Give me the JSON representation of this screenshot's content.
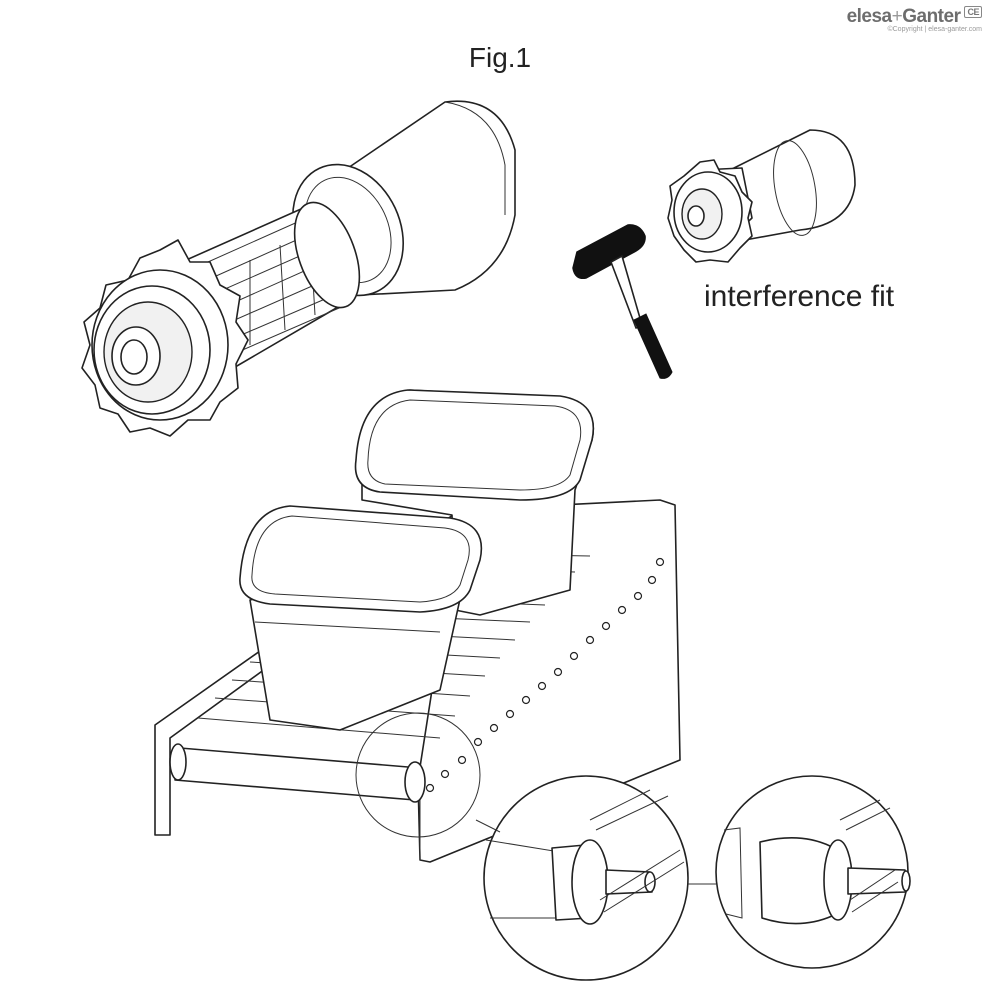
{
  "figure": {
    "title": "Fig.1",
    "callout": "interference fit"
  },
  "brand": {
    "logo_left": "elesa",
    "logo_sep": "+",
    "logo_right": "Ganter",
    "mark": "CE",
    "copyright": "©Copyright | elesa-ganter.com"
  },
  "icons": {
    "hammer": "hammer-icon",
    "sprocket": "sprocket-icon"
  },
  "colors": {
    "line": "#222222",
    "hammer_head": "#111111"
  }
}
